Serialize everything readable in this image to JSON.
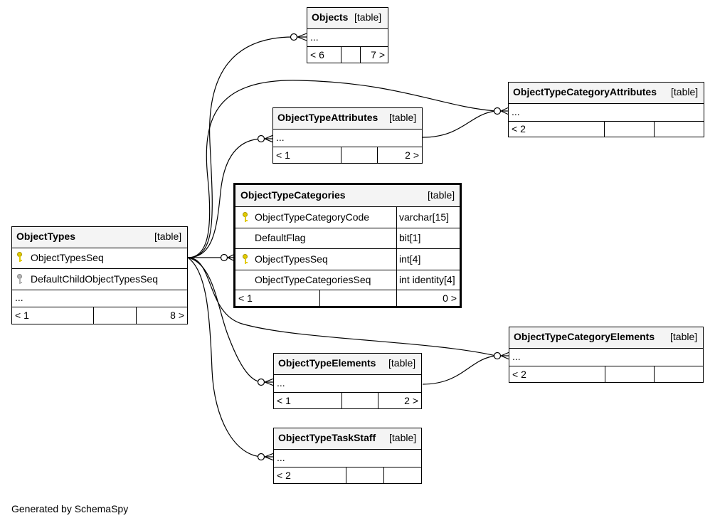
{
  "tables": {
    "objects": {
      "name": "Objects",
      "type": "[table]",
      "rows": [
        "..."
      ],
      "footer": [
        "< 6",
        "",
        "7 >"
      ]
    },
    "objectTypeCategoryAttributes": {
      "name": "ObjectTypeCategoryAttributes",
      "type": "[table]",
      "rows": [
        "..."
      ],
      "footer": [
        "< 2",
        "",
        ""
      ]
    },
    "objectTypeAttributes": {
      "name": "ObjectTypeAttributes",
      "type": "[table]",
      "rows": [
        "..."
      ],
      "footer": [
        "< 1",
        "",
        "2 >"
      ]
    },
    "objectTypeCategories": {
      "name": "ObjectTypeCategories",
      "type": "[table]",
      "columns": [
        {
          "name": "ObjectTypeCategoryCode",
          "datatype": "varchar[15]",
          "key": "primary"
        },
        {
          "name": "DefaultFlag",
          "datatype": "bit[1]",
          "key": ""
        },
        {
          "name": "ObjectTypesSeq",
          "datatype": "int[4]",
          "key": "primary"
        },
        {
          "name": "ObjectTypeCategoriesSeq",
          "datatype": "int identity[4]",
          "key": ""
        }
      ],
      "footer": [
        "< 1",
        "",
        "0 >"
      ]
    },
    "objectTypes": {
      "name": "ObjectTypes",
      "type": "[table]",
      "columns": [
        {
          "name": "ObjectTypesSeq",
          "key": "primary"
        },
        {
          "name": "DefaultChildObjectTypesSeq",
          "key": "foreign"
        }
      ],
      "rows": [
        "..."
      ],
      "footer": [
        "< 1",
        "",
        "8 >"
      ]
    },
    "objectTypeCategoryElements": {
      "name": "ObjectTypeCategoryElements",
      "type": "[table]",
      "rows": [
        "..."
      ],
      "footer": [
        "< 2",
        "",
        ""
      ]
    },
    "objectTypeElements": {
      "name": "ObjectTypeElements",
      "type": "[table]",
      "rows": [
        "..."
      ],
      "footer": [
        "< 1",
        "",
        "2 >"
      ]
    },
    "objectTypeTaskStaff": {
      "name": "ObjectTypeTaskStaff",
      "type": "[table]",
      "rows": [
        "..."
      ],
      "footer": [
        "< 2",
        "",
        ""
      ]
    }
  },
  "footer_text": "Generated by SchemaSpy",
  "colors": {
    "primary_key": "#e3cc00",
    "foreign_key": "#b4b4b4",
    "header_bg": "#f4f4f4",
    "line": "#000000"
  }
}
